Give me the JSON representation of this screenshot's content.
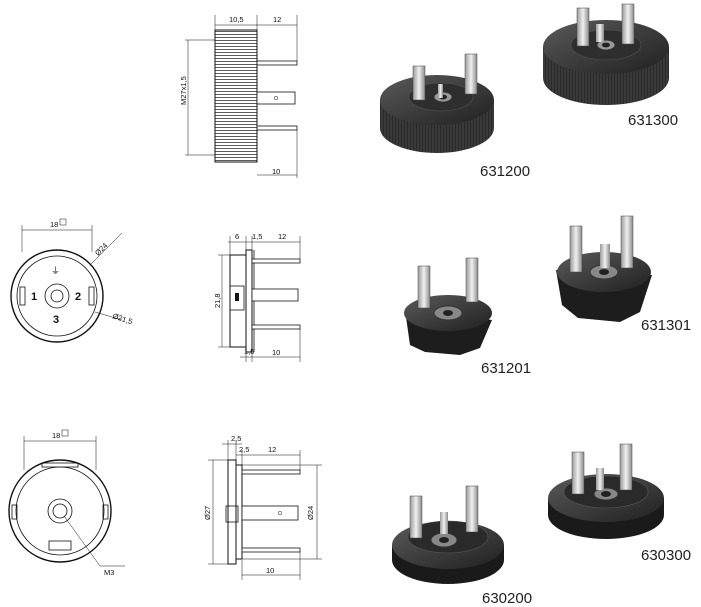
{
  "row1": {
    "side": {
      "dim_top_left": "10,5",
      "dim_top_right": "12",
      "dim_thread": "M27x1,5",
      "dim_bottom": "10"
    },
    "products": [
      {
        "code": "631200"
      },
      {
        "code": "631300"
      }
    ]
  },
  "row2": {
    "front": {
      "dim_square": "18",
      "dim_dia_outer": "Ø24",
      "dim_dia_inner": "Ø21,5",
      "pin_labels": [
        "1",
        "2",
        "3"
      ],
      "ground_symbol": "⏚"
    },
    "side": {
      "dim_6": "6",
      "dim_1_5_top": "1,5",
      "dim_12": "12",
      "dim_height": "21,8",
      "dim_1_5_bottom": "1,5",
      "dim_10": "10"
    },
    "products": [
      {
        "code": "631201"
      },
      {
        "code": "631301"
      }
    ]
  },
  "row3": {
    "front": {
      "dim_square": "18",
      "dim_screw": "M3"
    },
    "side": {
      "dim_2_5_top": "2,5",
      "dim_2_5_mid": "2,5",
      "dim_12": "12",
      "dim_dia_left": "Ø27",
      "dim_dia_right": "Ø24",
      "dim_10": "10"
    },
    "products": [
      {
        "code": "630200"
      },
      {
        "code": "630300"
      }
    ]
  },
  "colors": {
    "body_dark": "#2a2a2a",
    "metal": "#c8c8c8"
  }
}
